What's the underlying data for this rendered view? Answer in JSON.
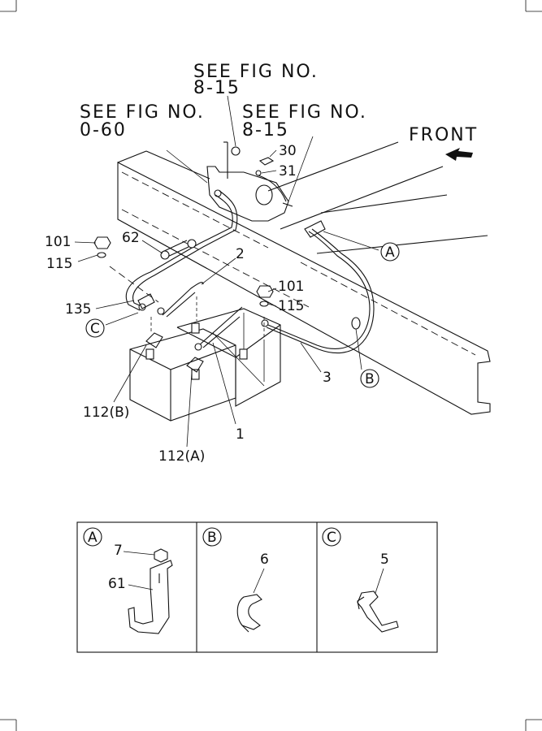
{
  "references": {
    "top": {
      "line1": "SEE FIG NO.",
      "line2": "8-15"
    },
    "left": {
      "line1": "SEE FIG NO.",
      "line2": "0-60"
    },
    "right": {
      "line1": "SEE FIG NO.",
      "line2": "8-15"
    }
  },
  "front_label": "FRONT",
  "parts": {
    "p30": "30",
    "p31": "31",
    "p101a": "101",
    "p115a": "115",
    "p62": "62",
    "p2": "2",
    "p101b": "101",
    "p115b": "115",
    "p135": "135",
    "p3": "3",
    "p112b": "112(B)",
    "p1": "1",
    "p112a": "112(A)"
  },
  "callouts": {
    "a": "A",
    "b": "B",
    "c": "C"
  },
  "details": {
    "panel_a": {
      "tag": "A",
      "parts": [
        "7",
        "61"
      ]
    },
    "panel_b": {
      "tag": "B",
      "parts": [
        "6"
      ]
    },
    "panel_c": {
      "tag": "C",
      "parts": [
        "5"
      ]
    }
  }
}
